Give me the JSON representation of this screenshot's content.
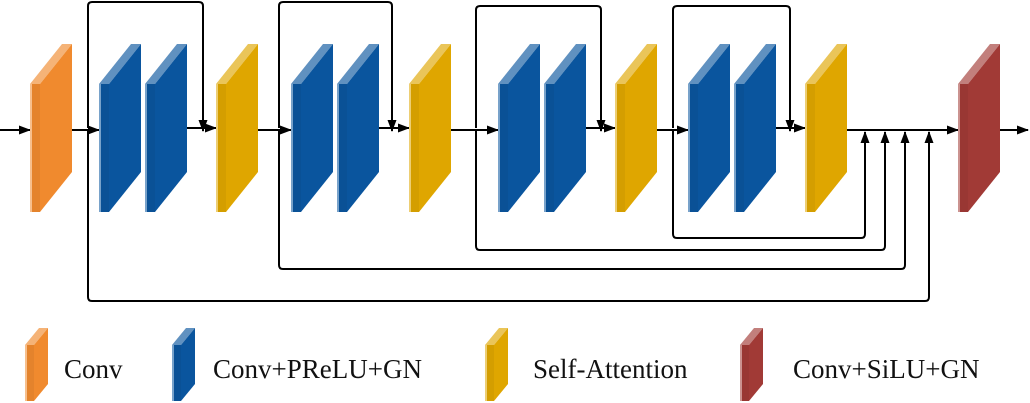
{
  "colors": {
    "conv": "#f08a2e",
    "conv_prelu_gn": "#0a559e",
    "self_attention": "#dfa600",
    "conv_silu_gn": "#a13a36",
    "line": "#000000"
  },
  "legend": [
    {
      "key": "conv",
      "label": "Conv",
      "icon": "orange-block-icon"
    },
    {
      "key": "conv_prelu_gn",
      "label": "Conv+PReLU+GN",
      "icon": "blue-block-icon"
    },
    {
      "key": "self_attention",
      "label": "Self-Attention",
      "icon": "yellow-block-icon"
    },
    {
      "key": "conv_silu_gn",
      "label": "Conv+SiLU+GN",
      "icon": "red-block-icon"
    }
  ],
  "pipeline": [
    {
      "type": "conv"
    },
    {
      "type": "conv_prelu_gn"
    },
    {
      "type": "conv_prelu_gn"
    },
    {
      "type": "self_attention"
    },
    {
      "type": "conv_prelu_gn"
    },
    {
      "type": "conv_prelu_gn"
    },
    {
      "type": "self_attention"
    },
    {
      "type": "conv_prelu_gn"
    },
    {
      "type": "conv_prelu_gn"
    },
    {
      "type": "self_attention"
    },
    {
      "type": "conv_prelu_gn"
    },
    {
      "type": "conv_prelu_gn"
    },
    {
      "type": "self_attention"
    },
    {
      "type": "conv_silu_gn"
    }
  ]
}
